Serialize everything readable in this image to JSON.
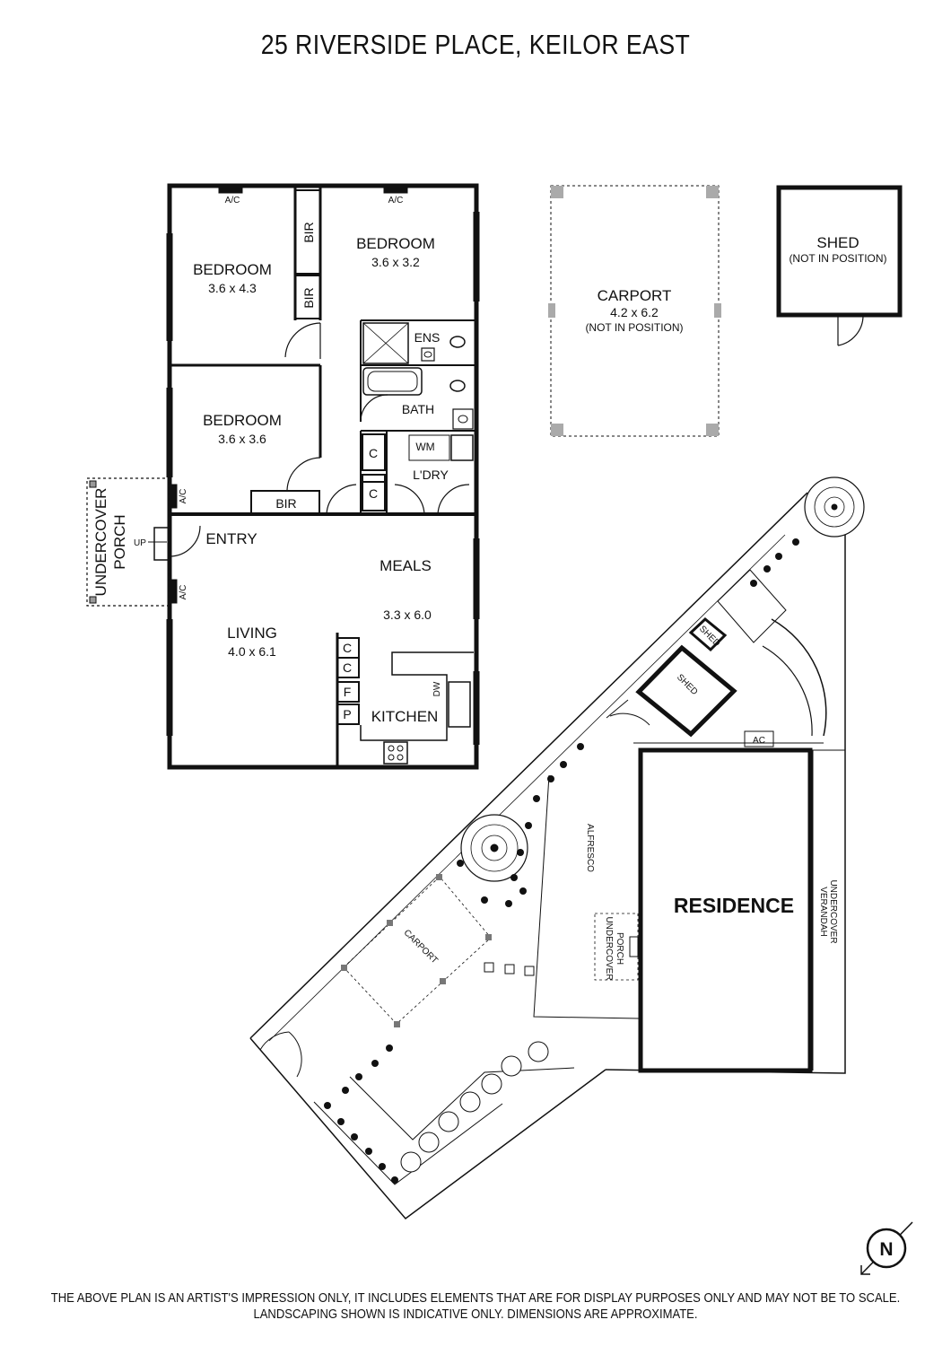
{
  "title": "25 RIVERSIDE PLACE, KEILOR EAST",
  "footer": {
    "line1": "THE ABOVE PLAN IS AN ARTIST'S IMPRESSION ONLY, IT INCLUDES ELEMENTS THAT ARE FOR DISPLAY PURPOSES ONLY AND MAY NOT BE TO SCALE.",
    "line2": "LANDSCAPING SHOWN IS INDICATIVE ONLY. DIMENSIONS ARE APPROXIMATE."
  },
  "floorplan": {
    "bedroom1": {
      "name": "BEDROOM",
      "dims": "3.6 x 4.3"
    },
    "bedroom2": {
      "name": "BEDROOM",
      "dims": "3.6 x 3.2"
    },
    "bedroom3": {
      "name": "BEDROOM",
      "dims": "3.6 x 3.6"
    },
    "bir": "BIR",
    "ens": "ENS",
    "bath": "BATH",
    "laundry": "L'DRY",
    "wm": "WM",
    "cupboard": "C",
    "fridge": "F",
    "pantry": "P",
    "dw": "DW",
    "entry": "ENTRY",
    "meals": {
      "name": "MEALS",
      "dims": "3.3 x 6.0"
    },
    "living": {
      "name": "LIVING",
      "dims": "4.0 x 6.1"
    },
    "kitchen": "KITCHEN",
    "ac": "A/C",
    "porch_line1": "UNDERCOVER",
    "porch_line2": "PORCH",
    "up": "UP"
  },
  "carport": {
    "name": "CARPORT",
    "dims": "4.2 x 6.2",
    "note": "(NOT IN POSITION)"
  },
  "shed": {
    "name": "SHED",
    "note": "(NOT IN POSITION)"
  },
  "siteplan": {
    "residence": "RESIDENCE",
    "alfresco": "ALFRESCO",
    "carport": "CARPORT",
    "shed": "SHED",
    "porch_line1": "UNDERCOVER",
    "porch_line2": "PORCH",
    "verandah_line1": "UNDERCOVER",
    "verandah_line2": "VERANDAH",
    "ac": "AC"
  },
  "compass": {
    "letter": "N"
  }
}
